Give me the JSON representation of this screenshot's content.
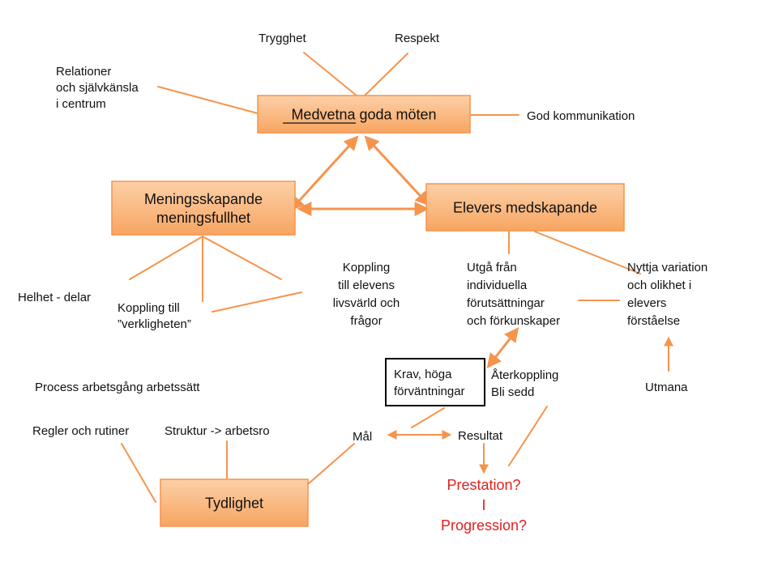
{
  "colors": {
    "accent": "#f5944d",
    "box_fill_top": "#fdd0a8",
    "box_fill_bottom": "#f7a561",
    "text": "#111111",
    "highlight_text": "#e02020"
  },
  "labels": {
    "trygghet": "Trygghet",
    "respekt": "Respekt",
    "relationer": [
      "Relationer",
      "och självkänsla",
      "i centrum"
    ],
    "god_kommunikation": "God kommunikation",
    "helhet": "Helhet - delar",
    "koppling_verklighet": [
      "Koppling till",
      "”verkligheten”"
    ],
    "koppling_livsvarld": [
      "Koppling",
      "till elevens",
      "livsvärld och",
      "frågor"
    ],
    "utga_fran": [
      "Utgå från",
      "individuella",
      "förutsättningar",
      "och förkunskaper"
    ],
    "nyttja": [
      "Nyttja variation",
      "och olikhet i",
      "elevers",
      "förståelse"
    ],
    "aterkoppling": [
      "Återkoppling",
      "Bli sedd"
    ],
    "utmana": "Utmana",
    "process": "Process  arbetsgång arbetssätt",
    "regler": "Regler och rutiner",
    "struktur": "Struktur -> arbetsro",
    "mal": "Mål",
    "resultat": "Resultat",
    "prestation": [
      "Prestation?",
      "I",
      "Progression?"
    ]
  },
  "boxes": {
    "medvetna": [
      "Medvetna goda möten"
    ],
    "meningsskapande": [
      "Meningsskapande",
      "meningsfullhet"
    ],
    "medskapande": [
      "Elevers medskapande"
    ],
    "tydlighet": [
      "Tydlighet"
    ],
    "krav": [
      "Krav, höga",
      "förväntningar"
    ]
  }
}
